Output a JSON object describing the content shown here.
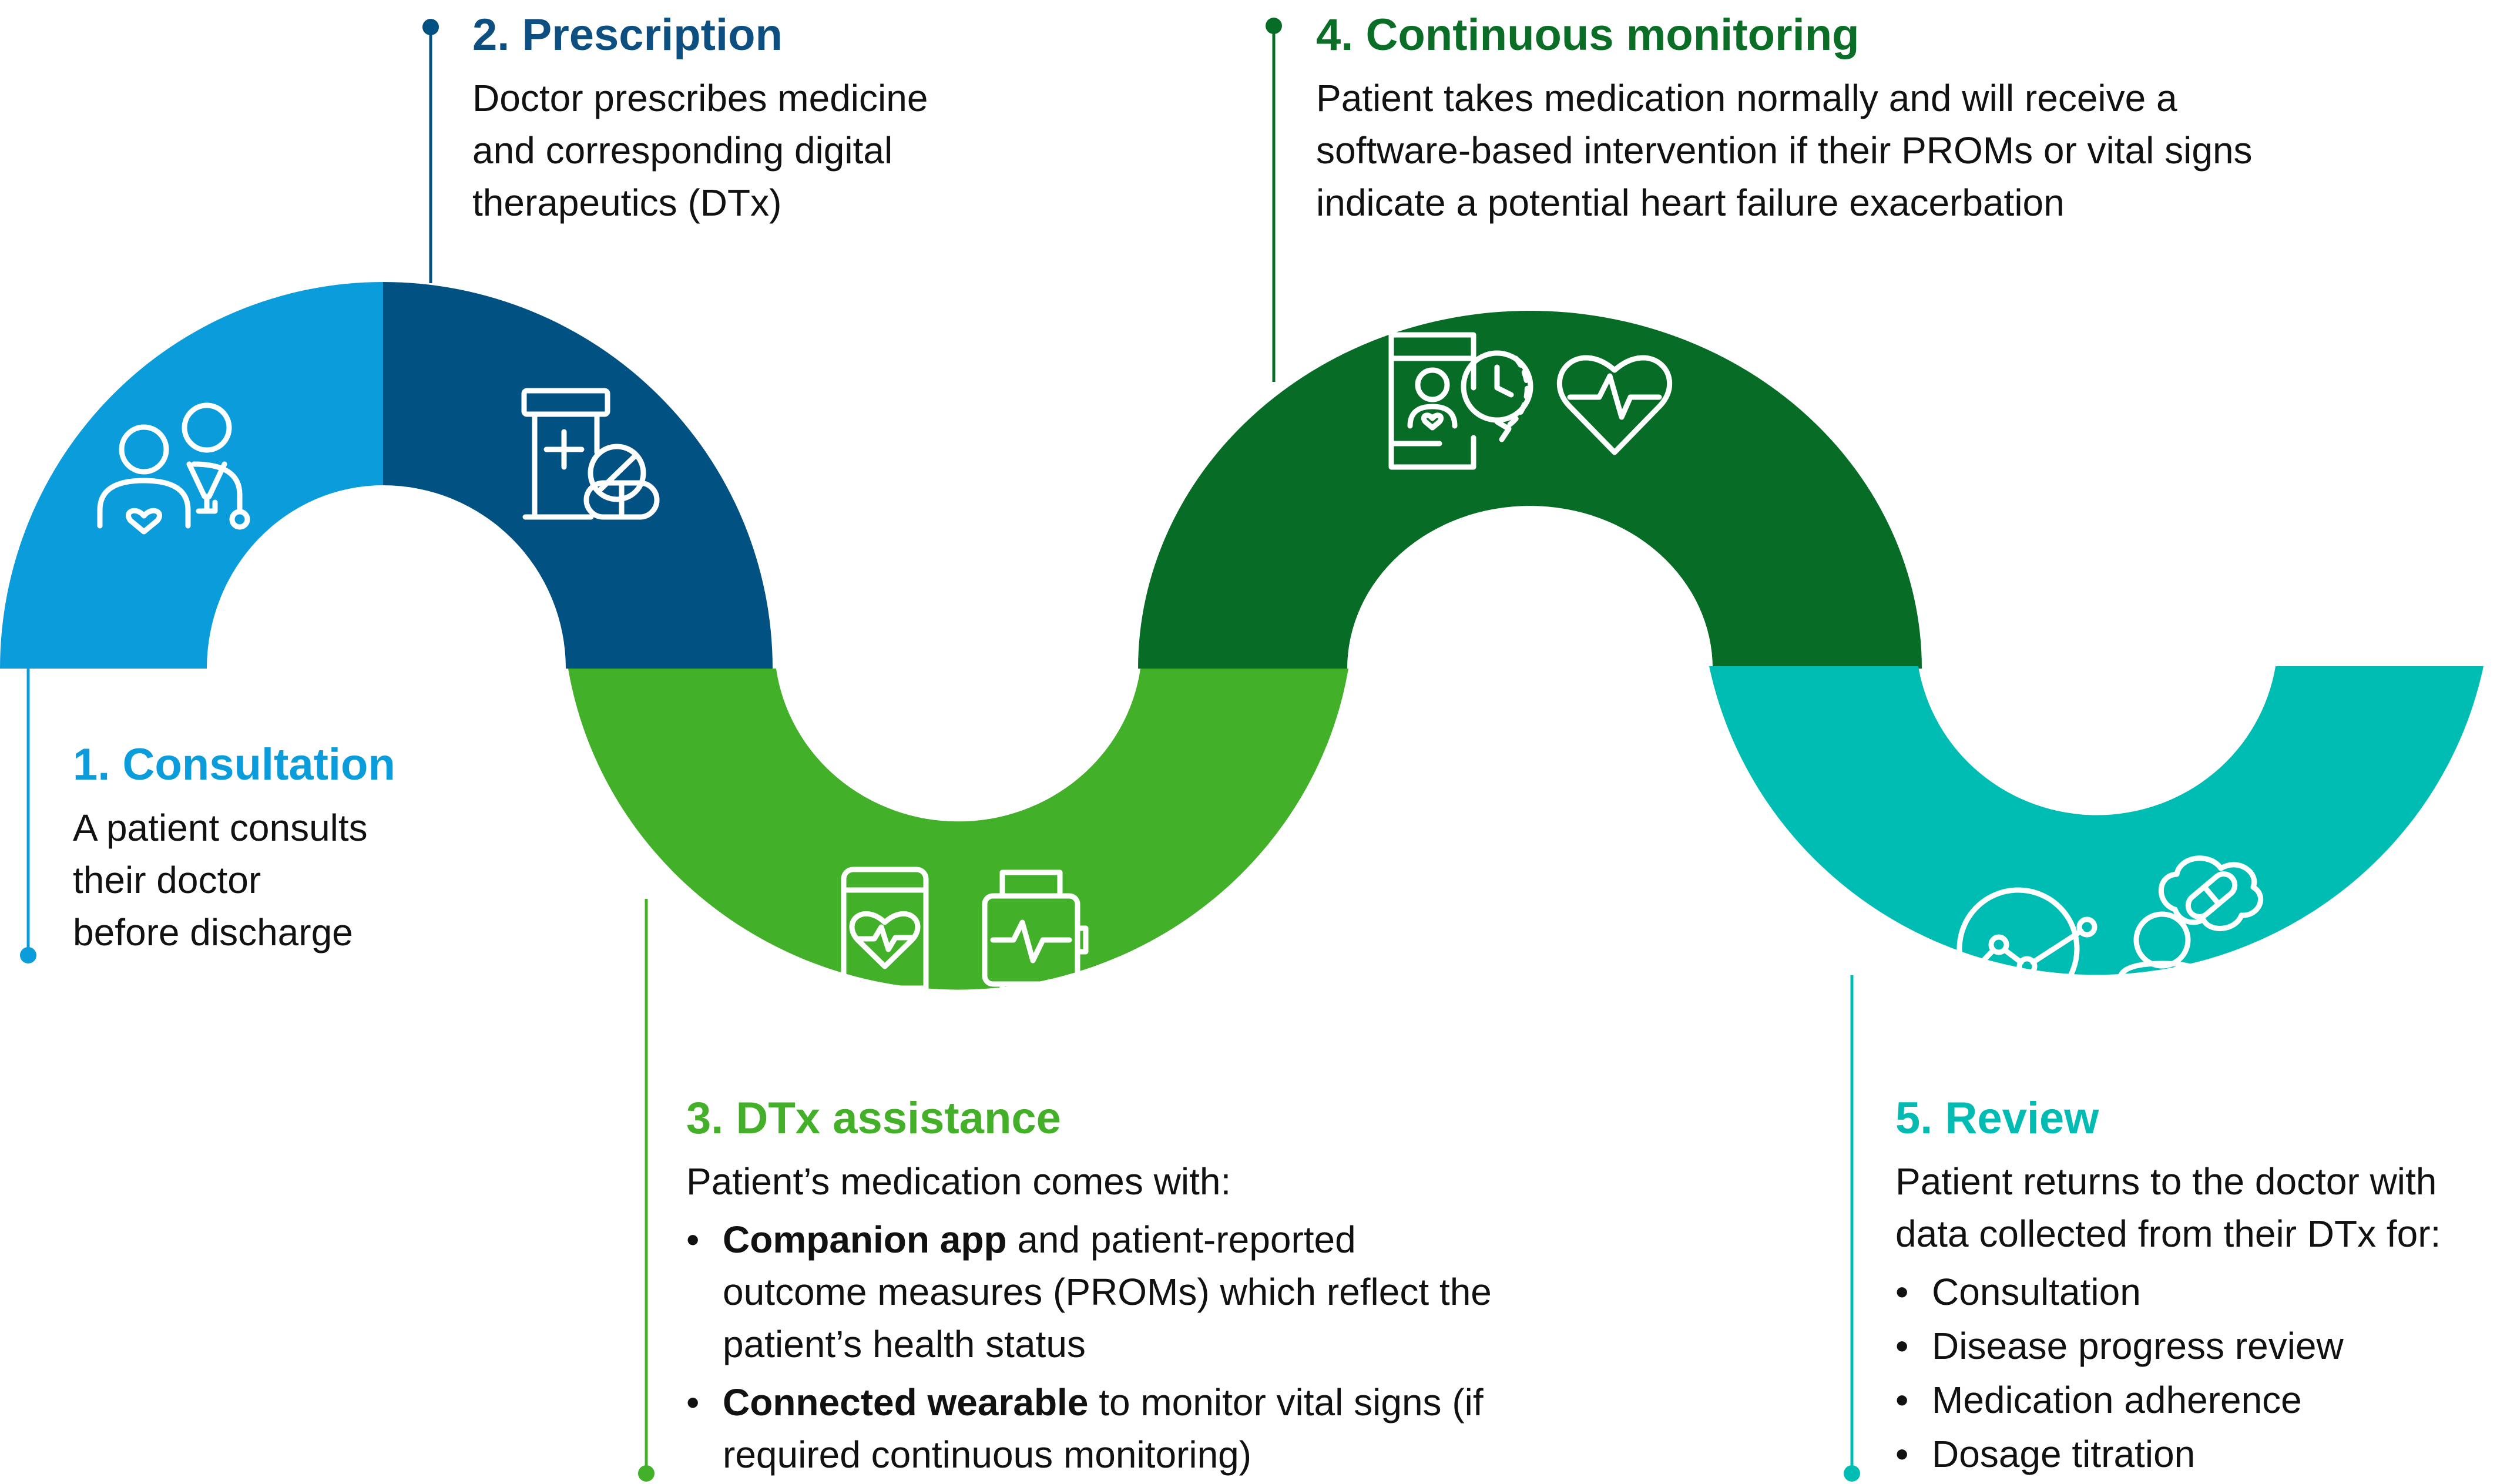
{
  "colors": {
    "consultation": "#0b9ddb",
    "prescription": "#025183",
    "dtx_assistance": "#43b02a",
    "continuous_monitoring": "#076d26",
    "review": "#00bdb4",
    "prescription_title": "#0d4f80",
    "monitoring_title": "#0a6e27",
    "review_title": "#02bbb2"
  },
  "steps": [
    {
      "id": "consultation",
      "title": "1. Consultation",
      "lines": [
        "A patient consults",
        "their doctor",
        "before discharge"
      ],
      "icons": [
        "patient-icon",
        "doctor-stethoscope-icon"
      ]
    },
    {
      "id": "prescription",
      "title": "2. Prescription",
      "lines": [
        "Doctor prescribes medicine",
        "and corresponding digital",
        "therapeutics (DTx)"
      ],
      "icons": [
        "medicine-bottle-pill-icon"
      ]
    },
    {
      "id": "dtx_assistance",
      "title": "3. DTx assistance",
      "intro": "Patient’s medication comes with:",
      "bullets": [
        {
          "bold": "Companion app",
          "rest": " and patient-reported",
          "cont": [
            "outcome measures (PROMs) which reflect the",
            "patient’s health status"
          ]
        },
        {
          "bold": "Connected wearable",
          "rest": " to monitor vital signs (if",
          "cont": [
            "required continuous monitoring)"
          ]
        }
      ],
      "icons": [
        "smartphone-heart-icon",
        "smartwatch-pulse-icon"
      ]
    },
    {
      "id": "continuous_monitoring",
      "title": "4. Continuous monitoring",
      "lines": [
        "Patient takes medication normally and will receive a",
        "software-based intervention if their PROMs or vital signs",
        "indicate a potential heart failure exacerbation"
      ],
      "icons": [
        "phone-patient-clock-icon",
        "heart-pulse-icon"
      ]
    },
    {
      "id": "review",
      "title": "5. Review",
      "lines": [
        "Patient returns to the doctor with",
        "data collected from their DTx for:"
      ],
      "bullets": [
        "Consultation",
        "Disease progress review",
        "Medication adherence",
        "Dosage titration"
      ],
      "icons": [
        "trend-chart-icon",
        "patient-thinking-pill-icon"
      ]
    }
  ]
}
